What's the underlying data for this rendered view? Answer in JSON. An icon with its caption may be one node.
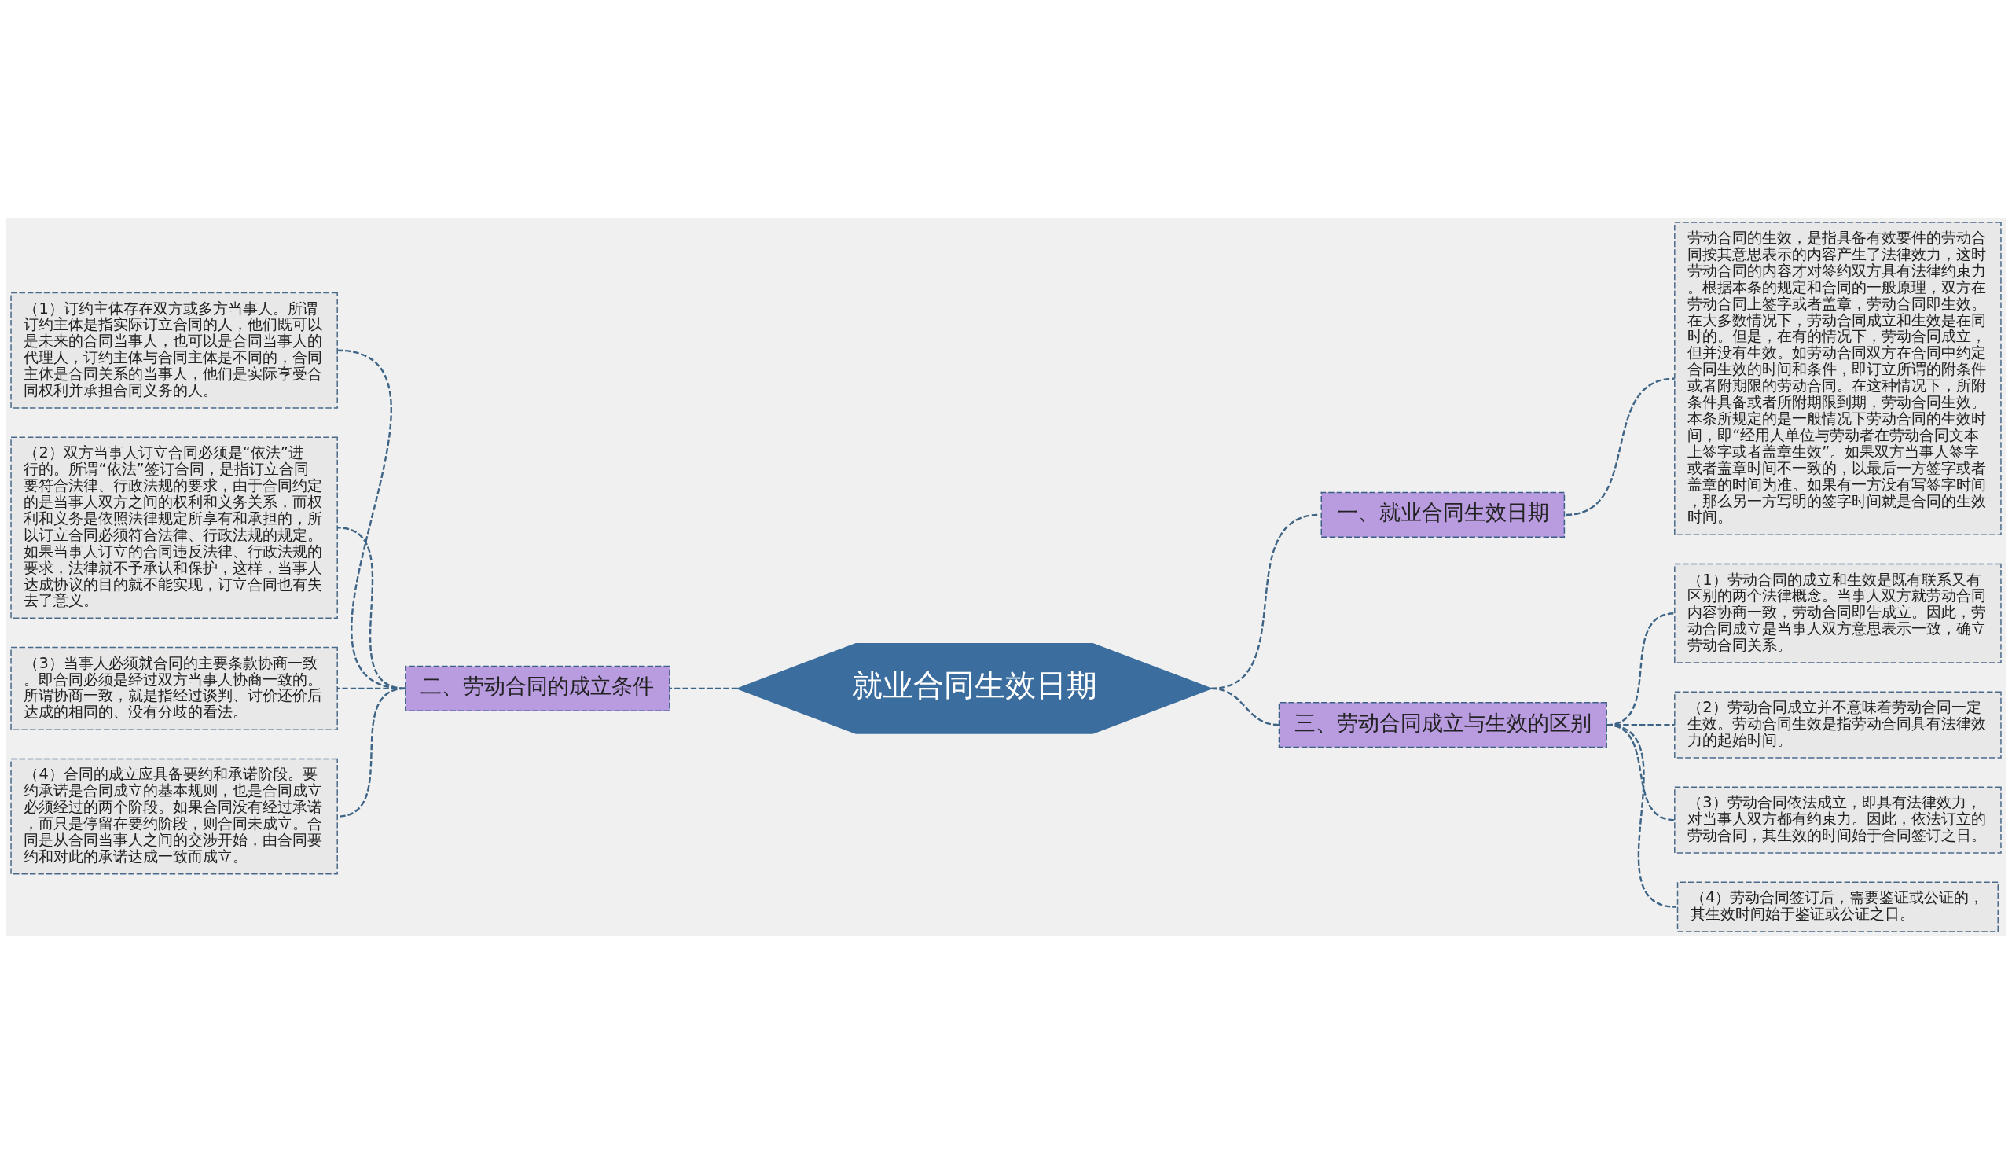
{
  "diagram": {
    "nodes": [
      {
        "text": [
          "就业合同生效日期"
        ]
      },
      {
        "text": [
          "一、就业合同生效日期"
        ]
      },
      {
        "text": [
          "劳动合同的生效，是指具备有效要件的劳动合同按其意思表示的内容产生了法律效力，这时劳动合同的内容才对签约双方具有法律约束力。根据本条的规定和合同的一般原理，双方在劳动合同上签字或者盖章，劳动合同即生效。在大多数情况下，劳动合同成立和生效是在同时的。但是，在有的情况下，劳动合同成立，但并没有生效。如劳动合同双方在合同中约定合同生效的时间和条件，即订立所谓的附条件或者附期限的劳动合同。在这种情况下，所附条件具备或者所附期限到期，劳动合同生效。本条所规定的是一般情况下劳动合同的生效时间，即“经用人单位与劳动者在劳动合同文本上签字或者盖章生效”。如果双方当事人签字或者盖章时间不一致的，以最后一方签字或者盖章的时间为准。如果有一方没有写签字时间，那么另一方写明的签字时间就是合同的生效时间。"
        ]
      },
      {
        "text": [
          "二、劳动合同的成立条件"
        ]
      },
      {
        "text": [
          "（1）订约主体存在双方或多方当事人。所谓订约主体是指实际订立合同的人，他们既可以是未来的合同当事人，也可以是合同当事人的代理人，订约主体与合同主体是不同的，合同主体是合同关系的当事人，他们是实际享受合同权利并承担合同义务的人。"
        ]
      },
      {
        "text": [
          "（2）双方当事人订立合同必须是“依法”进行的。所谓“依法”签订合同，是指订立合同要符合法律、行政法规的要求，由于合同约定的是当事人双方之间的权利和义务关系，而权利和义务是依照法律规定所享有和承担的，所以订立合同必须符合法律、行政法规的规定。如果当事人订立的合同违反法律、行政法规的要求，法律就不予承认和保护，这样，当事人达成协议的目的就不能实现，订立合同也有失去了意义。"
        ]
      },
      {
        "text": [
          "（3）当事人必须就合同的主要条款协商一致。即合同必须是经过双方当事人协商一致的。所谓协商一致，就是指经过谈判、讨价还价后达成的相同的、没有分歧的看法。"
        ]
      },
      {
        "text": [
          "（4）合同的成立应具备要约和承诺阶段。要约承诺是合同成立的基本规则，也是合同成立必须经过的两个阶段。如果合同没有经过承诺，而只是停留在要约阶段，则合同未成立。合同是从合同当事人之间的交涉开始，由合同要约和对此的承诺达成一致而成立。"
        ]
      },
      {
        "text": [
          "三、劳动合同成立与生效的区别"
        ]
      },
      {
        "text": [
          "（1）劳动合同的成立和生效是既有联系又有区别的两个法律概念。当事人双方就劳动合同内容协商一致，劳动合同即告成立。因此，劳动合同成立是当事人双方意思表示一致，确立劳动合同关系。"
        ]
      },
      {
        "text": [
          "（2）劳动合同成立并不意味着劳动合同一定生效。劳动合同生效是指劳动合同具有法律效力的起始时间。"
        ]
      },
      {
        "text": [
          "（3）劳动合同依法成立，即具有法律效力，对当事人双方都有约束力。因此，依法订立的劳动合同，其生效的时间始于合同签订之日。"
        ]
      },
      {
        "text": [
          "（4）劳动合同签订后，需要鉴证或公证的，其生效时间始于鉴证或公证之日。"
        ]
      }
    ],
    "edges": [
      {
        "from": 0,
        "to": 1,
        "arrow": "none",
        "style": "dashed"
      },
      {
        "from": 1,
        "to": 2,
        "arrow": "none",
        "style": "dashed"
      },
      {
        "from": 0,
        "to": 3,
        "arrow": "none",
        "style": "dashed"
      },
      {
        "from": 3,
        "to": 4,
        "arrow": "none",
        "style": "dashed"
      },
      {
        "from": 3,
        "to": 5,
        "arrow": "none",
        "style": "dashed"
      },
      {
        "from": 3,
        "to": 6,
        "arrow": "none",
        "style": "dashed"
      },
      {
        "from": 3,
        "to": 7,
        "arrow": "none",
        "style": "dashed"
      },
      {
        "from": 0,
        "to": 8,
        "arrow": "none",
        "style": "dashed"
      },
      {
        "from": 8,
        "to": 9,
        "arrow": "none",
        "style": "dashed"
      },
      {
        "from": 8,
        "to": 10,
        "arrow": "none",
        "style": "dashed"
      },
      {
        "from": 8,
        "to": 11,
        "arrow": "none",
        "style": "dashed"
      },
      {
        "from": 8,
        "to": 12,
        "arrow": "none",
        "style": "dashed"
      }
    ]
  }
}
